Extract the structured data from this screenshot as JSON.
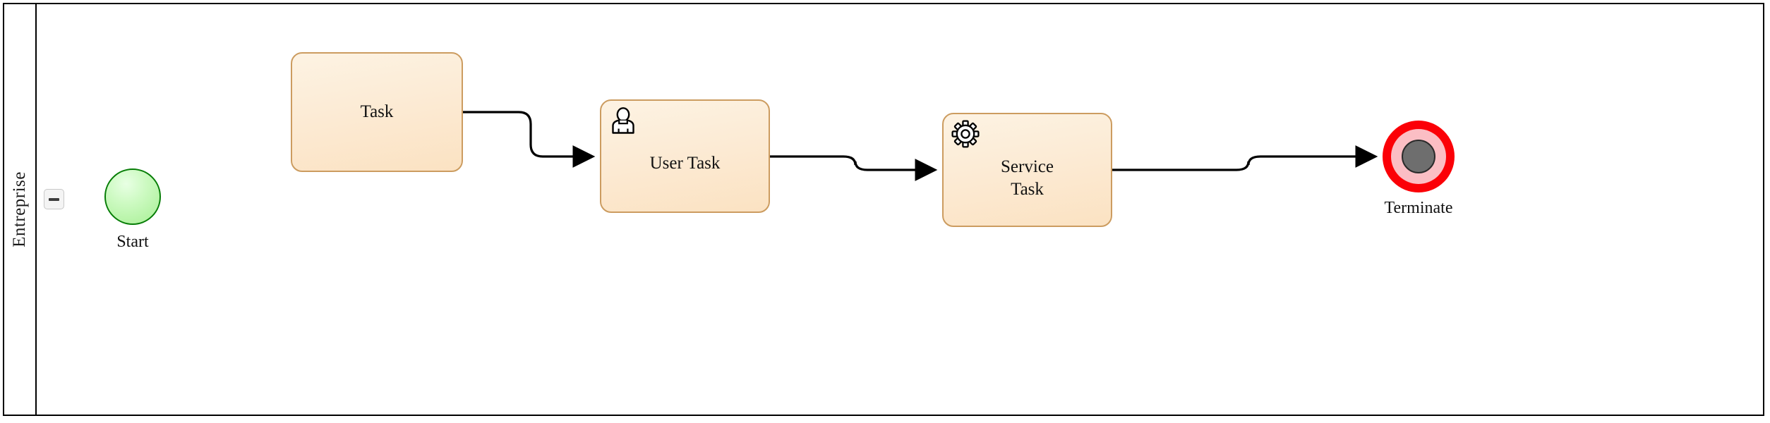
{
  "diagram": {
    "type": "bpmn-process",
    "pool": {
      "name": "Entreprise",
      "collapse_button_icon": "minus-icon"
    },
    "nodes": [
      {
        "id": "start",
        "kind": "start-event",
        "label": "Start"
      },
      {
        "id": "task",
        "kind": "task",
        "label": "Task"
      },
      {
        "id": "user",
        "kind": "user-task",
        "label": "User Task",
        "icon": "user-icon"
      },
      {
        "id": "service",
        "kind": "service-task",
        "label": "Service\nTask",
        "icon": "gear-icon"
      },
      {
        "id": "end",
        "kind": "terminate-end-event",
        "label": "Terminate"
      }
    ],
    "flows": [
      {
        "from": "task",
        "to": "user"
      },
      {
        "from": "user",
        "to": "service"
      },
      {
        "from": "service",
        "to": "end"
      }
    ],
    "colors": {
      "pool_border": "#000000",
      "activity_fill": "#fcebd5",
      "activity_border": "#cc9c60",
      "start_fill": "#a6ef93",
      "start_border": "#067d06",
      "end_ring": "#fb0007",
      "end_inner": "#fbbec4",
      "end_core": "#6e6e6e",
      "flow_stroke": "#000000"
    }
  }
}
